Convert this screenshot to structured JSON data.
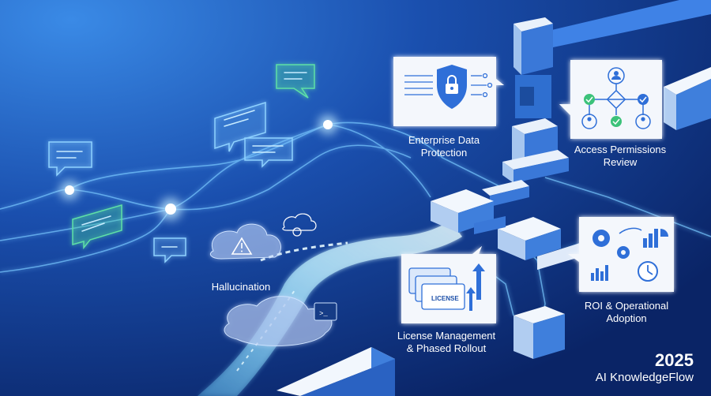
{
  "labels": {
    "enterprise_data_protection": [
      "Enterprise Data",
      "Protection"
    ],
    "access_permissions_review": [
      "Access Permissions",
      "Review"
    ],
    "hallucination": "Hallucination",
    "license_management": [
      "License Management",
      "& Phased Rollout"
    ],
    "roi_operational_adoption": [
      "ROI & Operational",
      "Adoption"
    ],
    "license_badge": "LICENSE"
  },
  "brand": {
    "year": "2025",
    "name": "AI KnowledgeFlow"
  },
  "colors": {
    "background_dark": "#0b2a6e",
    "background_light": "#2c78d6",
    "accent_blue": "#2f6fd8",
    "glow_cyan": "#a9e6ff",
    "green_bubble": "#4ed69a",
    "card_bg": "#f4f7fc"
  },
  "icons": [
    "shield-lock-icon",
    "org-chart-icon",
    "warning-cloud-icon",
    "license-cards-icon",
    "gears-chart-icon",
    "clock-icon",
    "chat-bubble-icon"
  ]
}
